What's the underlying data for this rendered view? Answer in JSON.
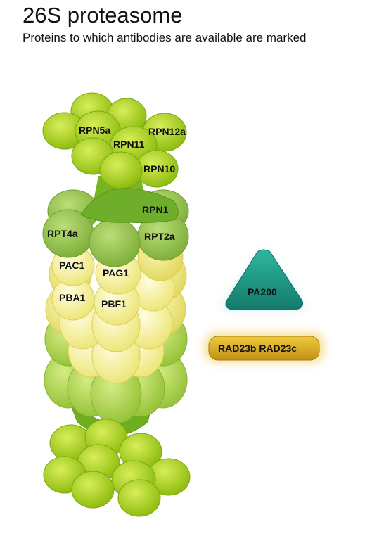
{
  "header": {
    "title": "26S proteasome",
    "subtitle": "Proteins to which antibodies are available are marked"
  },
  "labels": {
    "rpn5a": "RPN5a",
    "rpn12a": "RPN12a",
    "rpn11": "RPN11",
    "rpn10": "RPN10",
    "rpn1": "RPN1",
    "rpt4a": "RPT4a",
    "rpt2a": "RPT2a",
    "pac1": "PAC1",
    "pag1": "PAG1",
    "pba1": "PBA1",
    "pbf1": "PBF1",
    "pa200": "PA200",
    "rad23": "RAD23b RAD23c"
  },
  "colors": {
    "lid_green": "#a6cc1c",
    "base_green": "#8cbf3c",
    "core_yellow": "#f3ef8a",
    "pa200_teal": "#1f9a86",
    "rad23_gold": "#d9ac24"
  }
}
